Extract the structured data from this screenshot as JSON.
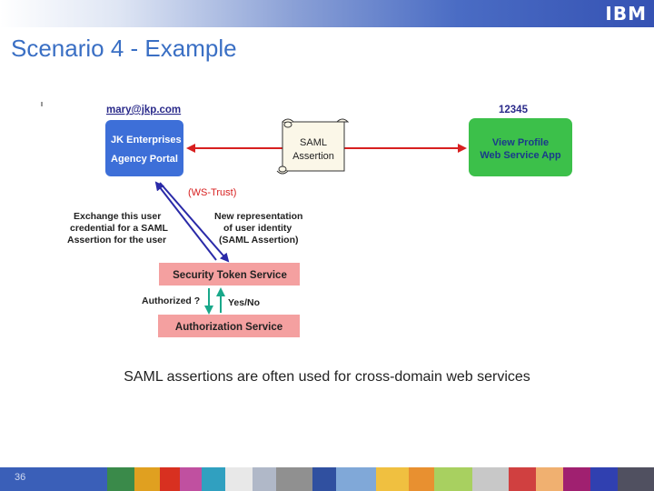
{
  "slide": {
    "title": "Scenario 4 - Example",
    "caption": "SAML assertions are often used for cross-domain web services",
    "page_number": "36",
    "logo_text": "IBM"
  },
  "diagram": {
    "user_email": "mary@jkp.com",
    "user_id": "12345",
    "portal_label_1": "JK Enterprises",
    "portal_label_2": "Agency Portal",
    "app_label_1": "View Profile",
    "app_label_2": "Web Service App",
    "scroll_label_1": "SAML",
    "scroll_label_2": "Assertion",
    "ws_trust": "(WS-Trust)",
    "exchange_1": "Exchange this user",
    "exchange_2": "credential for a SAML",
    "exchange_3": "Assertion for the user",
    "newrep_1": "New representation",
    "newrep_2": "of user identity",
    "newrep_3": "(SAML Assertion)",
    "sts_label": "Security Token Service",
    "authorized_q": "Authorized ?",
    "yes_no": "Yes/No",
    "authz_label": "Authorization Service",
    "colors": {
      "blue_box": "#3d6fd8",
      "green_box": "#3cc04a",
      "pink_box": "#f4a0a0",
      "red_arrow": "#d82020",
      "nav_arrow": "#2a2aa8",
      "teal_arrow": "#19a88a"
    }
  }
}
